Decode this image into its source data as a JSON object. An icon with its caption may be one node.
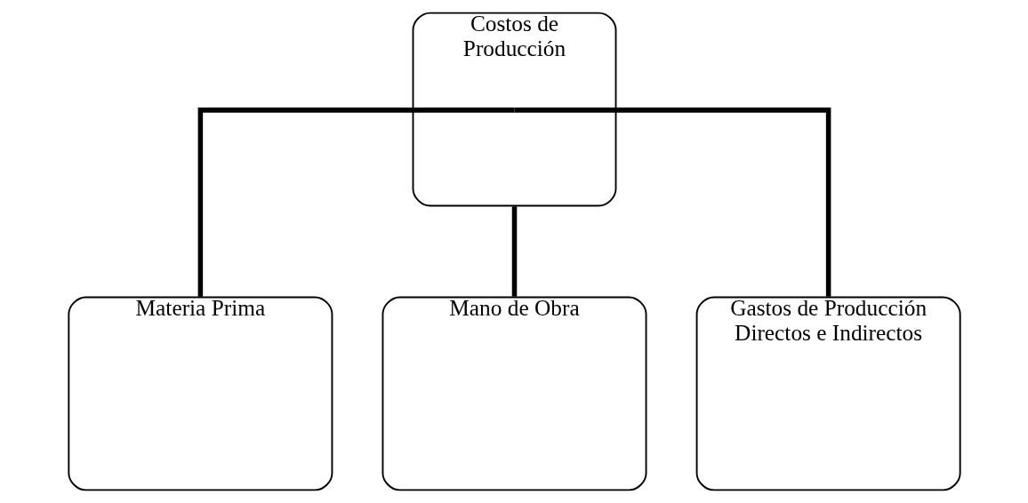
{
  "diagram": {
    "nodes": [
      {
        "text": [
          "Costos de Producción"
        ]
      },
      {
        "text": [
          "Materia Prima"
        ]
      },
      {
        "text": [
          "Mano de Obra"
        ]
      },
      {
        "text": [
          "Gastos de Producción Directos e Indirectos"
        ]
      }
    ],
    "edges": [
      {
        "from": 0,
        "to": 1,
        "arrow": "none"
      },
      {
        "from": 0,
        "to": 2,
        "arrow": "none"
      },
      {
        "from": 0,
        "to": 3,
        "arrow": "none"
      }
    ]
  }
}
